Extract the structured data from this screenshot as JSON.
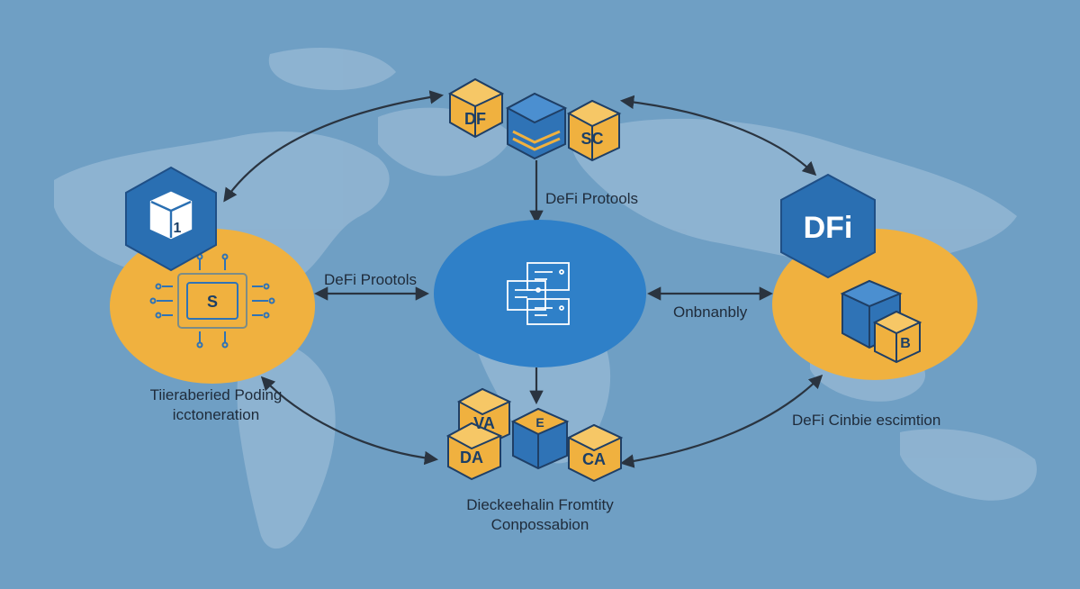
{
  "labels": {
    "top_arrow": "DeFi Protools",
    "left_arrow": "DeFi Prootols",
    "right_arrow": "Onbnanbly",
    "left_caption_line1": "Tiieraberied Poding",
    "left_caption_line2": "icctoneration",
    "right_caption": "DeFi Cinbie escimtion",
    "bottom_caption_line1": "Dieckeehalin Fromtity",
    "bottom_caption_line2": "Conpossabion"
  },
  "badges": {
    "right_badge": "DFi"
  },
  "cubes": {
    "top_left": "DF",
    "top_right": "SC",
    "left_chip": "S",
    "left_badge_glyph": "1",
    "right_cube": "B",
    "bottom_top_left": "VA",
    "bottom_top_mid": "E",
    "bottom_low_left": "DA",
    "bottom_low_right": "CA"
  },
  "colors": {
    "background": "#6f9fc4",
    "land": "#9bbcd6",
    "orange": "#f0b13f",
    "blue_primary": "#2f73b6",
    "blue_dark": "#1f4f86",
    "arrow": "#2a3440",
    "text": "#1f2b3a"
  }
}
